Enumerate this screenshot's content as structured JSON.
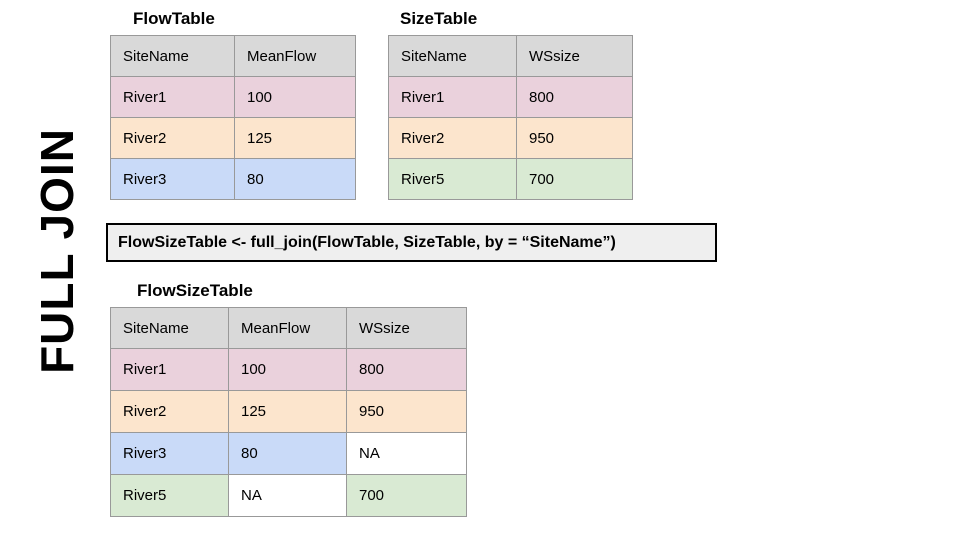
{
  "slide_label": "FULL JOIN",
  "colors": {
    "header": "#d9d9d9",
    "pink": "#ead1dc",
    "peach": "#fce5cd",
    "blue": "#c9daf8",
    "green": "#d9ead3",
    "border": "#999999",
    "codebox": "#efefef"
  },
  "flow_table": {
    "title": "FlowTable",
    "headers": [
      "SiteName",
      "MeanFlow"
    ],
    "rows": [
      [
        "River1",
        "100"
      ],
      [
        "River2",
        "125"
      ],
      [
        "River3",
        "80"
      ]
    ]
  },
  "size_table": {
    "title": "SizeTable",
    "headers": [
      "SiteName",
      "WSsize"
    ],
    "rows": [
      [
        "River1",
        "800"
      ],
      [
        "River2",
        "950"
      ],
      [
        "River5",
        "700"
      ]
    ]
  },
  "code": "FlowSizeTable <- full_join(FlowTable, SizeTable, by = “SiteName”)",
  "result_table": {
    "title": "FlowSizeTable",
    "headers": [
      "SiteName",
      "MeanFlow",
      "WSsize"
    ],
    "rows": [
      [
        "River1",
        "100",
        "800"
      ],
      [
        "River2",
        "125",
        "950"
      ],
      [
        "River3",
        "80",
        "NA"
      ],
      [
        "River5",
        "NA",
        "700"
      ]
    ]
  }
}
